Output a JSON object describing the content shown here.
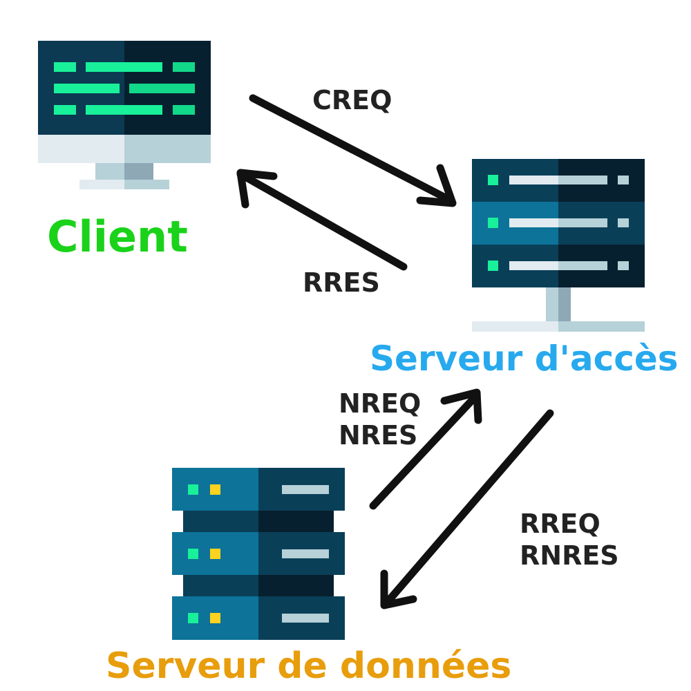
{
  "nodes": {
    "client": {
      "label": "Client",
      "color": "#1ad21a",
      "icon": "monitor-icon"
    },
    "access_server": {
      "label": "Serveur d'accès",
      "color": "#27a9ee",
      "icon": "server-rack-icon"
    },
    "data_server": {
      "label": "Serveur de données",
      "color": "#e89d0c",
      "icon": "database-server-icon"
    }
  },
  "edges": {
    "creq": {
      "from": "client",
      "to": "access_server",
      "lines": [
        "CREQ"
      ]
    },
    "rres": {
      "from": "access_server",
      "to": "client",
      "lines": [
        "RRES"
      ]
    },
    "nreq_nres": {
      "from": "data_server",
      "to": "access_server",
      "lines": [
        "NREQ",
        "NRES"
      ]
    },
    "rreq_rnres": {
      "from": "access_server",
      "to": "data_server",
      "lines": [
        "RREQ",
        "RNRES"
      ]
    }
  },
  "colors": {
    "arrow": "#111111",
    "edge_text": "#222222",
    "screen_dark": "#0b2c3f",
    "screen_green": "#19f09a",
    "server_blue": "#0d7399",
    "server_navy": "#0a3f58"
  }
}
